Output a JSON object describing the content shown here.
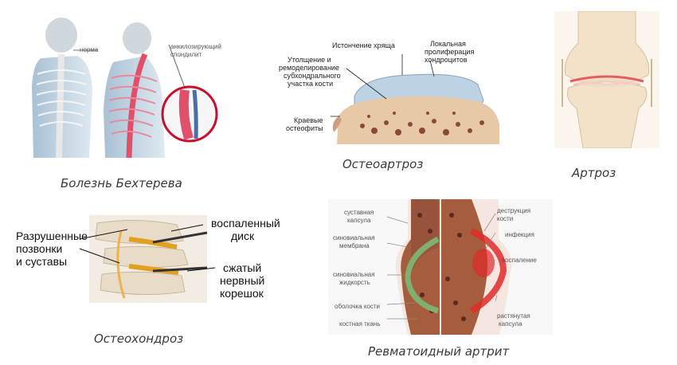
{
  "panels": {
    "bekhterev": {
      "caption": "Болезнь Бехтерева",
      "label_norm": "норма",
      "label_ankylosing_1": "анкилозирующий",
      "label_ankylosing_2": "спондилит"
    },
    "osteoarthrosis": {
      "caption": "Остеоартроз",
      "label_thinning": "Истончение хряща",
      "label_local_1": "Локальная",
      "label_local_2": "пролиферация",
      "label_local_3": "хондроцитов",
      "label_thick_1": "Утолщение и",
      "label_thick_2": "ремоделирование",
      "label_thick_3": "субхондрального",
      "label_thick_4": "участка кости",
      "label_edge_1": "Краевые",
      "label_edge_2": "остеофиты"
    },
    "arthrosis": {
      "caption": "Артроз"
    },
    "osteochondrosis": {
      "caption": "Остеохондроз",
      "label_destroyed_1": "Разрушенные",
      "label_destroyed_2": "позвонки",
      "label_destroyed_3": "и суставы",
      "label_disc_1": "воспаленный",
      "label_disc_2": "диск",
      "label_nerve_1": "сжатый",
      "label_nerve_2": "нервный",
      "label_nerve_3": "корешок"
    },
    "rheumatoid": {
      "caption": "Ревматоидный артрит",
      "label_capsule_1": "суставная",
      "label_capsule_2": "капсула",
      "label_synovial_1": "синовиальная",
      "label_synovial_2": "мембрана",
      "label_fluid_1": "синовиальная",
      "label_fluid_2": "жидкорсть",
      "label_shell": "оболочка кости",
      "label_tissue": "костная ткань",
      "label_destruction_1": "деструкция",
      "label_destruction_2": "кости",
      "label_infection": "инфекция",
      "label_inflammation": "воспаление",
      "label_stretched_1": "растянутая",
      "label_stretched_2": "капсула"
    }
  },
  "colors": {
    "spine_red": "#e0506a",
    "bone": "#d9b48a",
    "cartilage": "#bcd3e6",
    "marrow": "#8a4a3a",
    "synovial_green": "#7fb070",
    "inflammation": "#e02a2a"
  }
}
